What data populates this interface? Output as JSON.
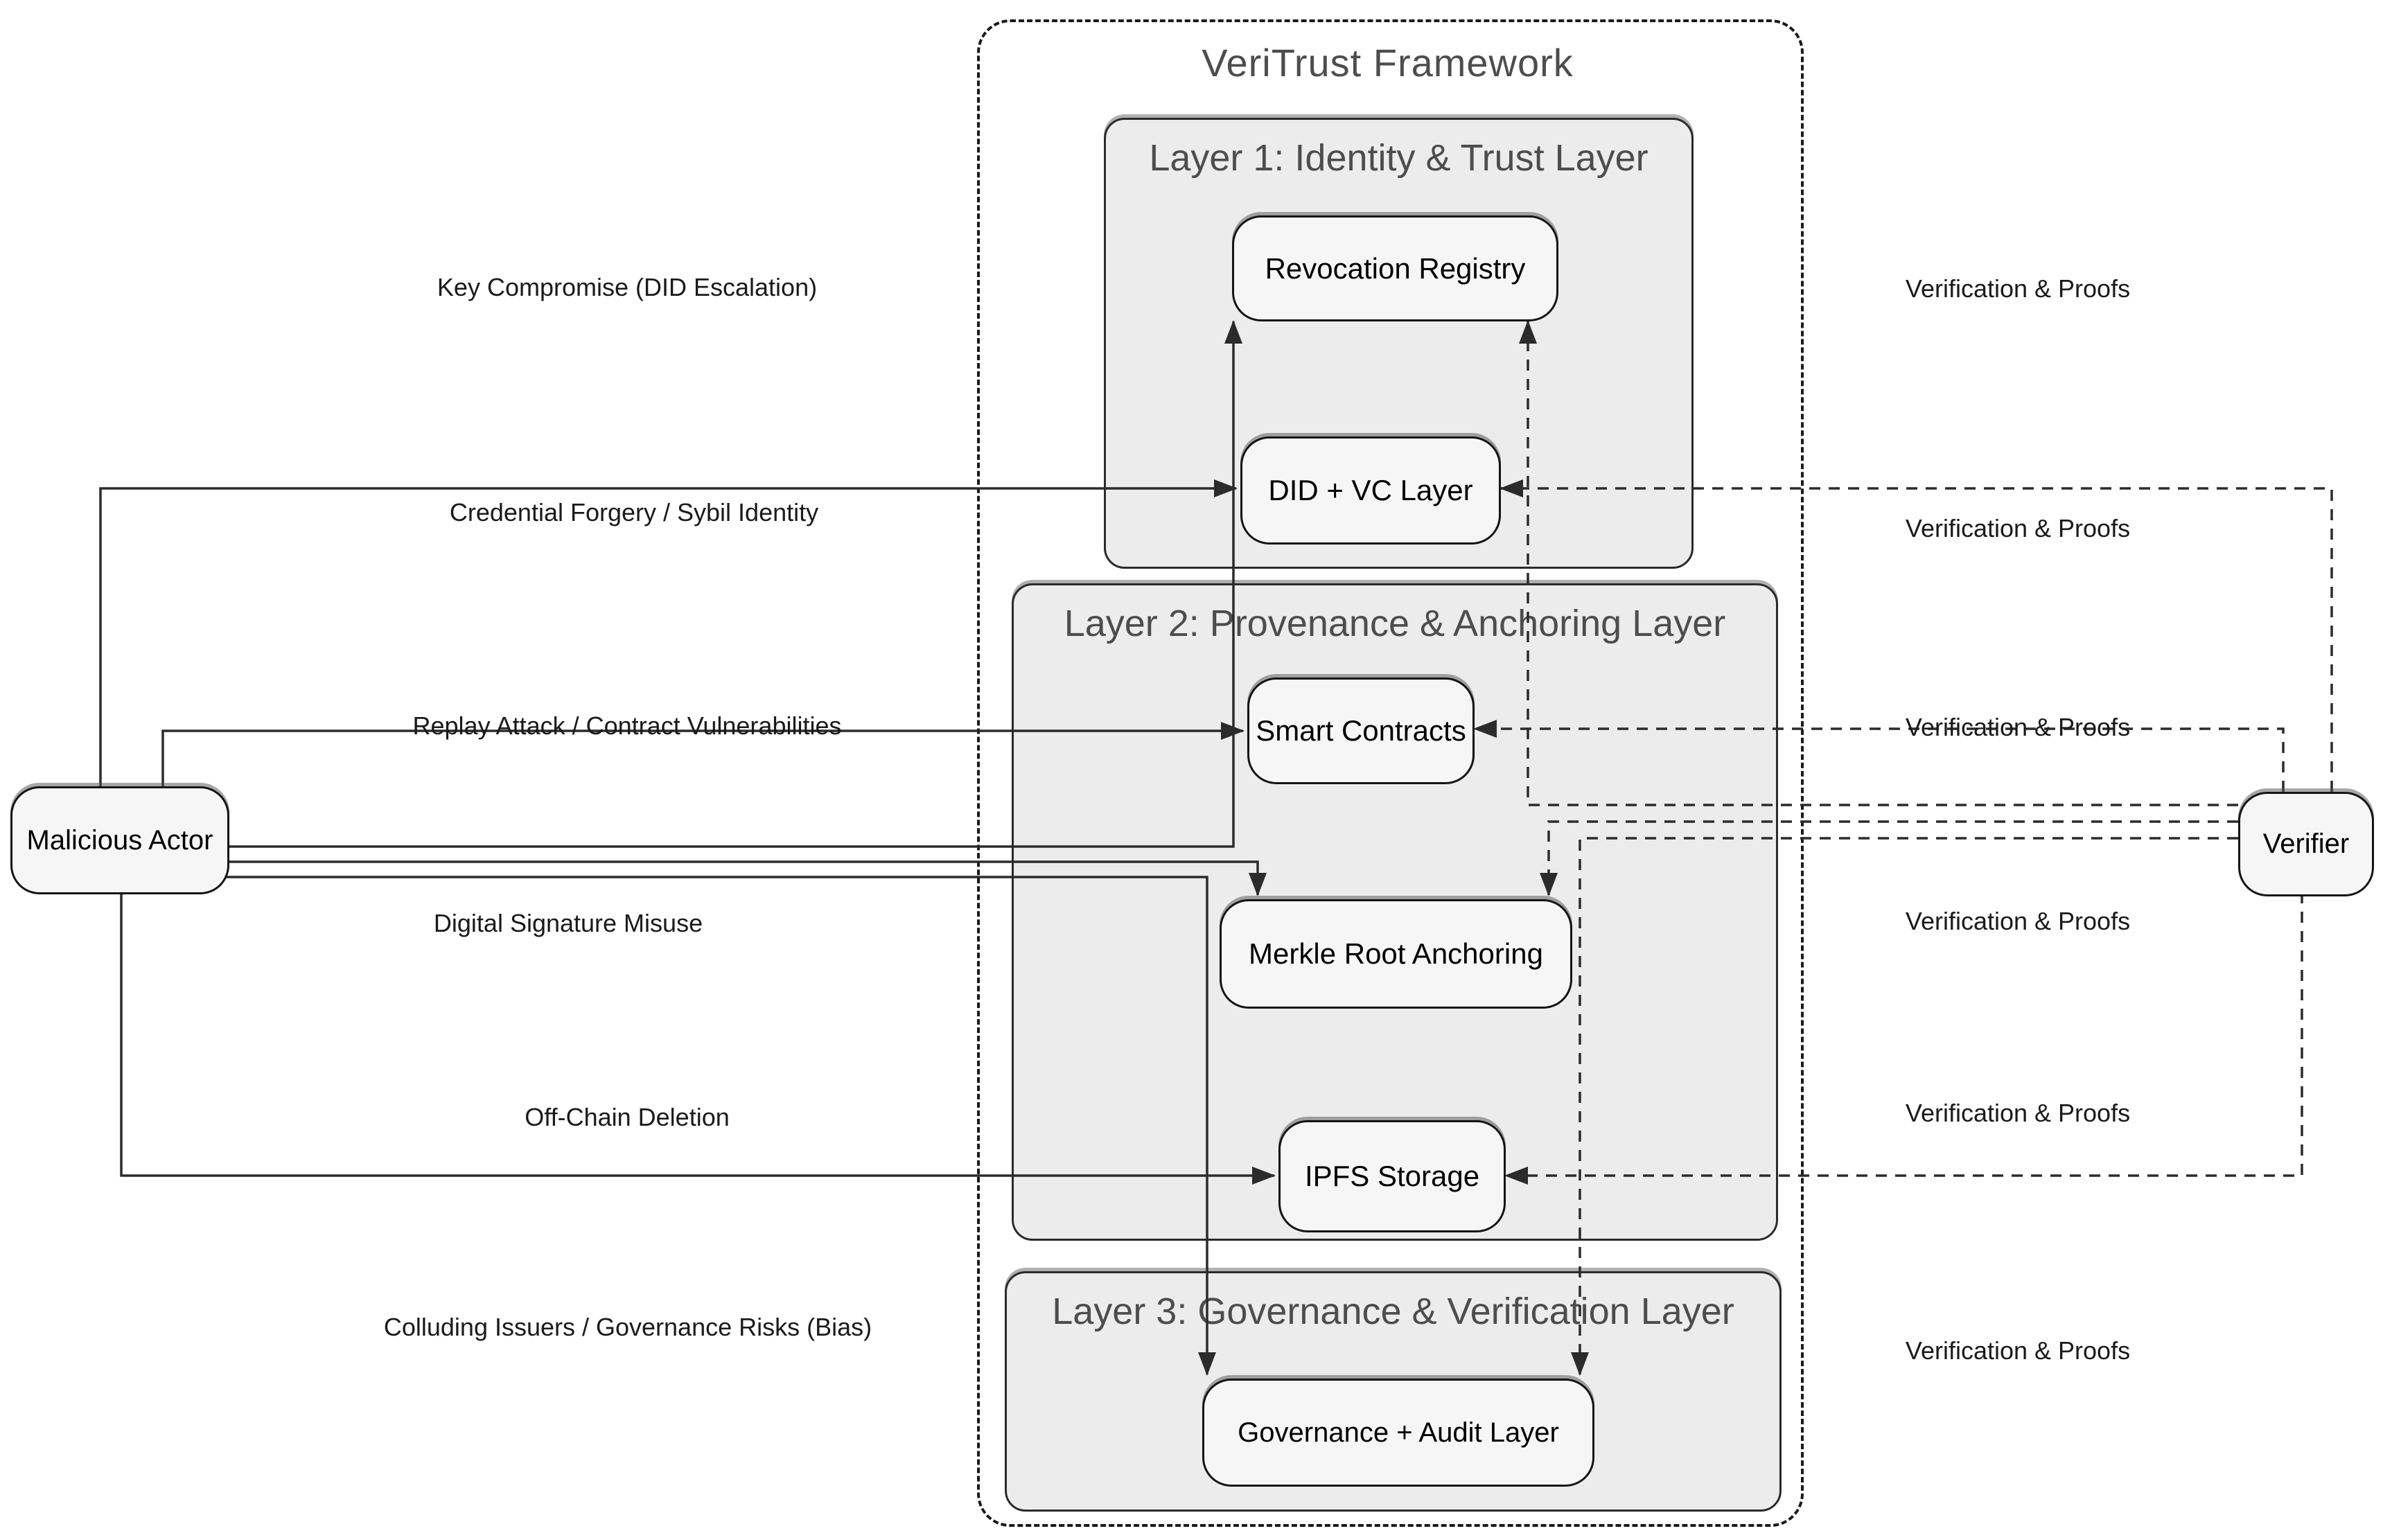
{
  "title": "VeriTrust Framework",
  "layer1": {
    "title": "Layer 1: Identity & Trust Layer"
  },
  "layer2": {
    "title": "Layer 2: Provenance & Anchoring Layer"
  },
  "layer3": {
    "title": "Layer 3: Governance & Verification Layer"
  },
  "nodes": {
    "revocation_registry": "Revocation Registry",
    "did_vc_layer": "DID + VC Layer",
    "smart_contracts": "Smart Contracts",
    "merkle_root_anchoring": "Merkle Root Anchoring",
    "ipfs_storage": "IPFS Storage",
    "governance_audit_layer": "Governance + Audit Layer",
    "malicious_actor": "Malicious Actor",
    "verifier": "Verifier"
  },
  "attack_labels": {
    "key_compromise": "Key Compromise (DID Escalation)",
    "credential_forgery": "Credential Forgery / Sybil Identity",
    "replay_attack": "Replay Attack / Contract Vulnerabilities",
    "digital_signature": "Digital Signature Misuse",
    "offchain_deletion": "Off-Chain Deletion",
    "colluding_issuers": "Colluding Issuers / Governance Risks (Bias)"
  },
  "verification_labels": [
    "Verification & Proofs",
    "Verification & Proofs",
    "Verification & Proofs",
    "Verification & Proofs",
    "Verification & Proofs",
    "Verification & Proofs"
  ],
  "edges": [
    {
      "from": "Malicious Actor",
      "to": "Revocation Registry",
      "label": "Key Compromise (DID Escalation)",
      "style": "solid"
    },
    {
      "from": "Malicious Actor",
      "to": "DID + VC Layer",
      "label": "Credential Forgery / Sybil Identity",
      "style": "solid"
    },
    {
      "from": "Malicious Actor",
      "to": "Smart Contracts",
      "label": "Replay Attack / Contract Vulnerabilities",
      "style": "solid"
    },
    {
      "from": "Malicious Actor",
      "to": "Merkle Root Anchoring",
      "label": "Digital Signature Misuse",
      "style": "solid"
    },
    {
      "from": "Malicious Actor",
      "to": "IPFS Storage",
      "label": "Off-Chain Deletion",
      "style": "solid"
    },
    {
      "from": "Malicious Actor",
      "to": "Governance + Audit Layer",
      "label": "Colluding Issuers / Governance Risks (Bias)",
      "style": "solid"
    },
    {
      "from": "Verifier",
      "to": "Revocation Registry",
      "label": "Verification & Proofs",
      "style": "dashed"
    },
    {
      "from": "Verifier",
      "to": "DID + VC Layer",
      "label": "Verification & Proofs",
      "style": "dashed"
    },
    {
      "from": "Verifier",
      "to": "Smart Contracts",
      "label": "Verification & Proofs",
      "style": "dashed"
    },
    {
      "from": "Verifier",
      "to": "Merkle Root Anchoring",
      "label": "Verification & Proofs",
      "style": "dashed"
    },
    {
      "from": "Verifier",
      "to": "IPFS Storage",
      "label": "Verification & Proofs",
      "style": "dashed"
    },
    {
      "from": "Verifier",
      "to": "Governance + Audit Layer",
      "label": "Verification & Proofs",
      "style": "dashed"
    }
  ],
  "colors": {
    "layer_fill": "#ececec",
    "node_fill": "#f6f6f6",
    "line": "#2b2b2b",
    "title_text": "#4d4d4d"
  }
}
